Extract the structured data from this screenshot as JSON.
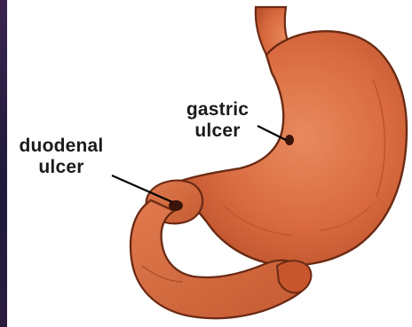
{
  "labels": {
    "gastric": {
      "line1": "gastric",
      "line2": "ulcer"
    },
    "duodenal": {
      "line1": "duodenal",
      "line2": "ulcer"
    }
  },
  "colors": {
    "stomach_fill": "#d96a3f",
    "stomach_outline": "#6b2a14",
    "stomach_highlight": "#e88a5e",
    "ulcer_spot": "#3a130b",
    "leader_line": "#000000",
    "label_text": "#1b1b1b",
    "left_strip": "#2a1c3f"
  }
}
